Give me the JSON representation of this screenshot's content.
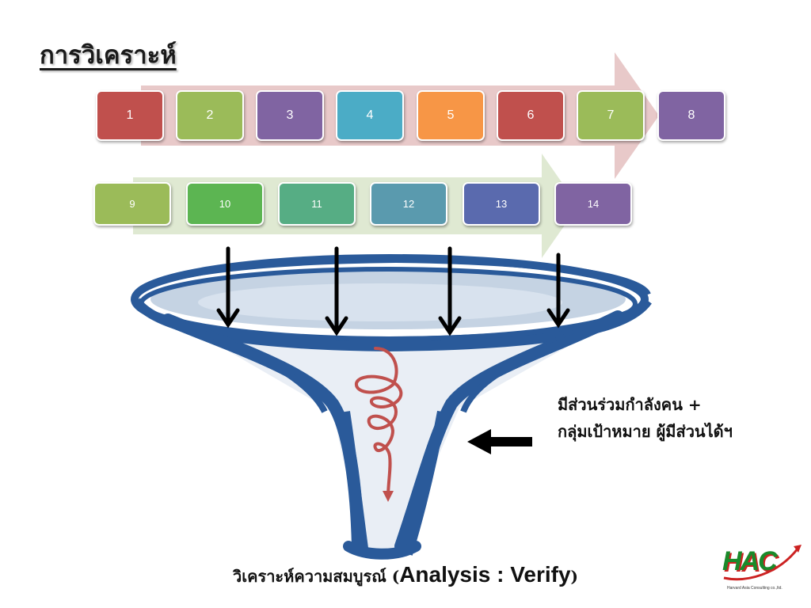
{
  "title": "การวิเคราะห์",
  "row1_steps": [
    {
      "label": "1",
      "color": "#c0504d"
    },
    {
      "label": "2",
      "color": "#9bbb59"
    },
    {
      "label": "3",
      "color": "#8064a2"
    },
    {
      "label": "4",
      "color": "#4bacc6"
    },
    {
      "label": "5",
      "color": "#f79646"
    },
    {
      "label": "6",
      "color": "#c0504d"
    },
    {
      "label": "7",
      "color": "#9bbb59"
    },
    {
      "label": "8",
      "color": "#8064a2"
    }
  ],
  "row2_steps": [
    {
      "label": "9",
      "color": "#9bbb59"
    },
    {
      "label": "10",
      "color": "#5cb552"
    },
    {
      "label": "11",
      "color": "#56ad84"
    },
    {
      "label": "12",
      "color": "#5a9aae"
    },
    {
      "label": "13",
      "color": "#5a6aae"
    },
    {
      "label": "14",
      "color": "#8064a2"
    }
  ],
  "side_text": {
    "line1": "มีส่วนร่วมกำลังคน +",
    "line2": "กลุ่มเป้าหมาย ผู้มีส่วนได้ฯ"
  },
  "caption": {
    "thai": "วิเคราะห์ความสมบูรณ์ (",
    "english": "Analysis : Verify",
    "close": ")"
  },
  "logo": {
    "text": "HAC",
    "subtitle": "Harvard Asia Consulting co.,ltd."
  },
  "colors": {
    "funnel_blue": "#2a5a9a",
    "funnel_light": "#c5d3e3",
    "spiral_red": "#c0504d",
    "arrow1_pink": "#e8c9c9",
    "arrow2_green": "#dfe9d2"
  }
}
